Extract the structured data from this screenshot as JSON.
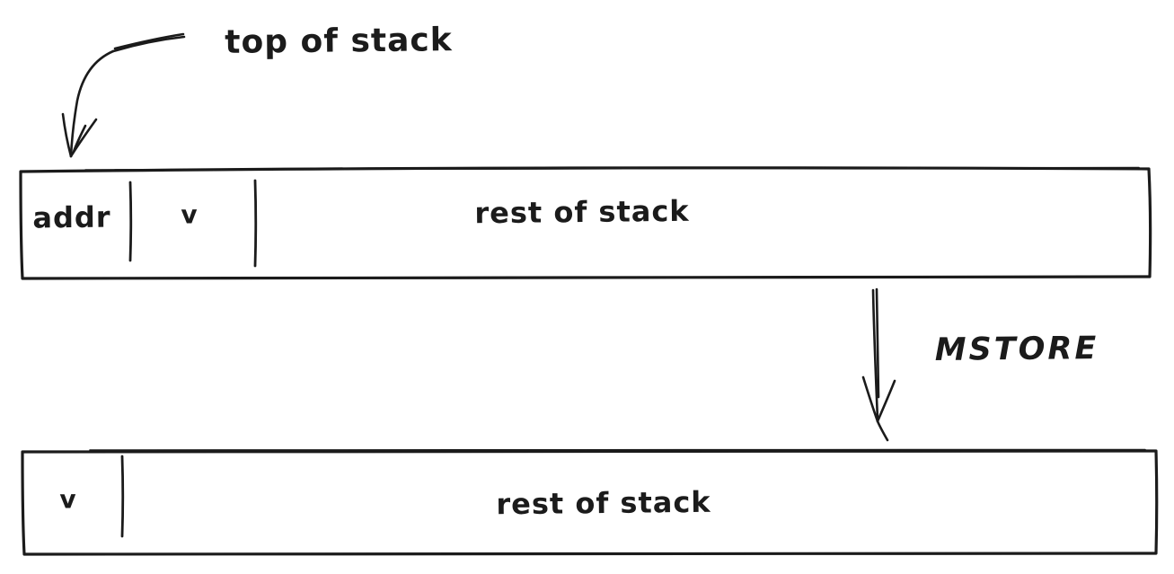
{
  "annotations": {
    "top_of_stack_label": "top of stack",
    "mstore_label": "MSTORE"
  },
  "stack_before": {
    "cells": [
      "addr",
      "v",
      "rest of stack"
    ]
  },
  "stack_after": {
    "cells": [
      "v",
      "rest of stack"
    ]
  },
  "colors": {
    "stroke": "#1b1b1b",
    "background": "#ffffff"
  }
}
